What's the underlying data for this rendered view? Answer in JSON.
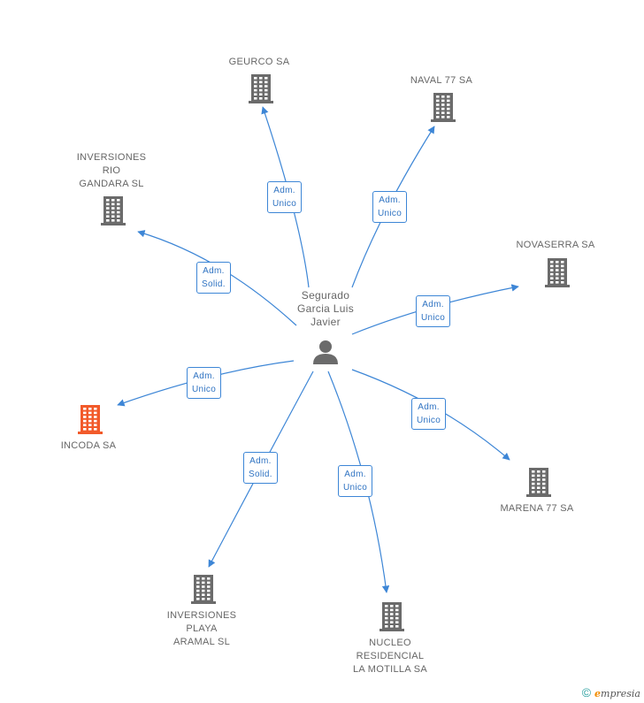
{
  "center": {
    "lines": "Segurado\nGarcia Luis\nJavier",
    "icon": "person-icon",
    "color": "#6b6b6b"
  },
  "nodes": [
    {
      "id": "geurco",
      "label": "GEURCO SA",
      "color": "#6b6b6b",
      "icon": "building-icon"
    },
    {
      "id": "naval77",
      "label": "NAVAL 77 SA",
      "color": "#6b6b6b",
      "icon": "building-icon"
    },
    {
      "id": "inversiones-rio",
      "label": "INVERSIONES\nRIO\nGANDARA SL",
      "color": "#6b6b6b",
      "icon": "building-icon"
    },
    {
      "id": "novaserra",
      "label": "NOVASERRA SA",
      "color": "#6b6b6b",
      "icon": "building-icon"
    },
    {
      "id": "incoda",
      "label": "INCODA SA",
      "color": "#f25a2a",
      "icon": "building-icon"
    },
    {
      "id": "marena77",
      "label": "MARENA 77 SA",
      "color": "#6b6b6b",
      "icon": "building-icon"
    },
    {
      "id": "inversiones-playa",
      "label": "INVERSIONES\nPLAYA\nARAMAL SL",
      "color": "#6b6b6b",
      "icon": "building-icon"
    },
    {
      "id": "nucleo",
      "label": "NUCLEO\nRESIDENCIAL\nLA MOTILLA SA",
      "color": "#6b6b6b",
      "icon": "building-icon"
    }
  ],
  "edges": [
    {
      "to": "geurco",
      "label": "Adm.\nUnico"
    },
    {
      "to": "naval77",
      "label": "Adm.\nUnico"
    },
    {
      "to": "inversiones-rio",
      "label": "Adm.\nSolid."
    },
    {
      "to": "novaserra",
      "label": "Adm.\nUnico"
    },
    {
      "to": "incoda",
      "label": "Adm.\nUnico"
    },
    {
      "to": "marena77",
      "label": "Adm.\nUnico"
    },
    {
      "to": "inversiones-playa",
      "label": "Adm.\nSolid."
    },
    {
      "to": "nucleo",
      "label": "Adm.\nUnico"
    }
  ],
  "edge_color": "#3d86d6",
  "footer": {
    "copyright": "©",
    "brand_initial": "e",
    "brand_rest": "mpresia"
  }
}
